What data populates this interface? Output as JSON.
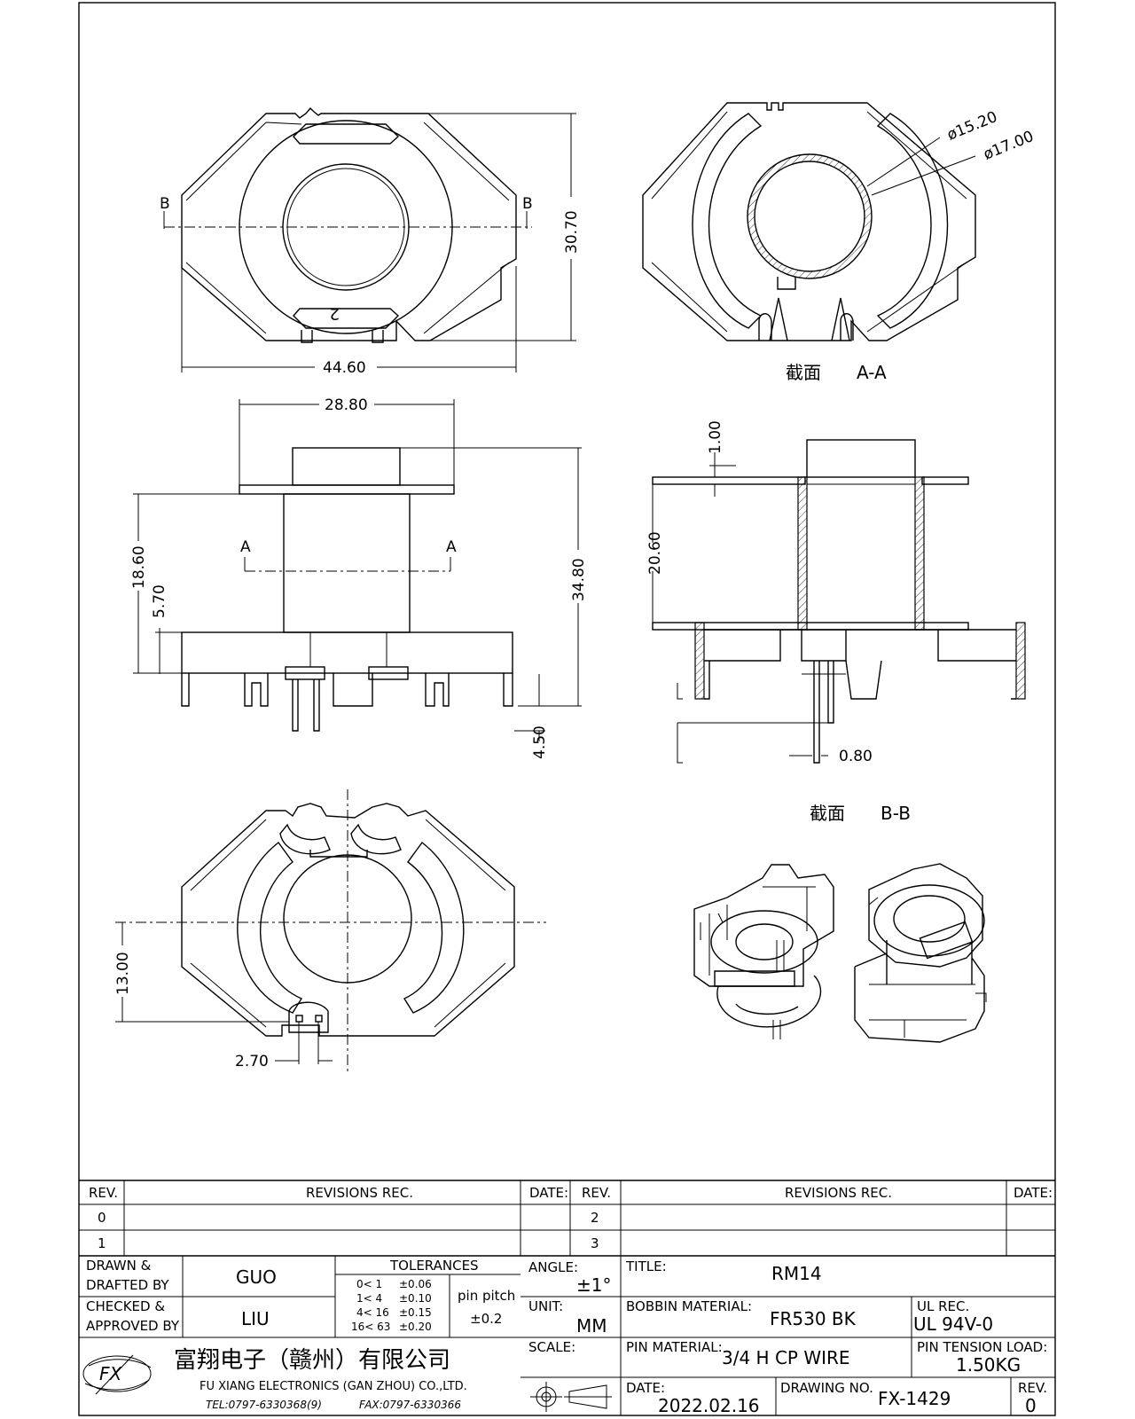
{
  "views": {
    "top": {
      "dims": {
        "width": "44.60",
        "height": "30.70"
      },
      "section_marks": [
        "B",
        "B"
      ],
      "pin_mark": "2"
    },
    "section_aa": {
      "dims": {
        "inner_dia": "ø15.20",
        "outer_dia": "ø17.00"
      },
      "caption_cn": "截面",
      "caption_code": "A-A"
    },
    "side": {
      "dims": {
        "flange_width": "28.80",
        "total_height": "34.80",
        "tube_height": "18.60",
        "base_height": "5.70",
        "pin_length": "4.50"
      },
      "section_marks": [
        "A",
        "A"
      ]
    },
    "section_bb": {
      "dims": {
        "winding_height": "20.60",
        "flange_thickness": "1.00",
        "pin_dia": "0.80"
      },
      "caption_cn": "截面",
      "caption_code": "B-B"
    },
    "bottom": {
      "dims": {
        "pin_offset": "13.00",
        "pin_pitch": "2.70"
      }
    }
  },
  "title_block": {
    "rev_header": "REV.",
    "revisions_header": "REVISIONS   REC.",
    "date_header": "DATE:",
    "rev_rows": [
      "0",
      "1"
    ],
    "rev_rows_right": [
      "2",
      "3"
    ],
    "drawn_label": [
      "DRAWN &",
      "DRAFTED BY"
    ],
    "drawn_value": "GUO",
    "checked_label": [
      "CHECKED &",
      "APPROVED BY"
    ],
    "checked_value": "LIU",
    "tolerances_label": "TOLERANCES",
    "tolerance_rows": [
      {
        "range": "0<   1",
        "tol": "±0.06"
      },
      {
        "range": "1<   4",
        "tol": "±0.10"
      },
      {
        "range": "4<  16",
        "tol": "±0.15"
      },
      {
        "range": "16<  63",
        "tol": "±0.20"
      }
    ],
    "pin_pitch_label": "pin pitch",
    "pin_pitch_value": "±0.2",
    "angle_label": "ANGLE:",
    "angle_value": "±1°",
    "unit_label": "UNIT:",
    "unit_value": "MM",
    "scale_label": "SCALE:",
    "title_label": "TITLE:",
    "title_value": "RM14",
    "bobbin_material_label": "BOBBIN MATERIAL:",
    "bobbin_material_value": "FR530 BK",
    "ul_rec_label": "UL REC.",
    "ul_rec_value": "UL 94V-0",
    "pin_material_label": "PIN MATERIAL:",
    "pin_material_value": "3/4 H CP WIRE",
    "pin_tension_label": "PIN TENSION LOAD:",
    "pin_tension_value": "1.50KG",
    "date_label": "DATE:",
    "date_value": "2022.02.16",
    "drawing_no_label": "DRAWING NO.",
    "drawing_no_value": "FX-1429",
    "rev_label": "REV.",
    "rev_value": "0",
    "company_cn": "富翔电子（赣州）有限公司",
    "company_en": "FU XIANG ELECTRONICS (GAN ZHOU) CO.,LTD.",
    "tel": "TEL:0797-6330368(9)",
    "fax": "FAX:0797-6330366",
    "logo_text": "FX"
  }
}
